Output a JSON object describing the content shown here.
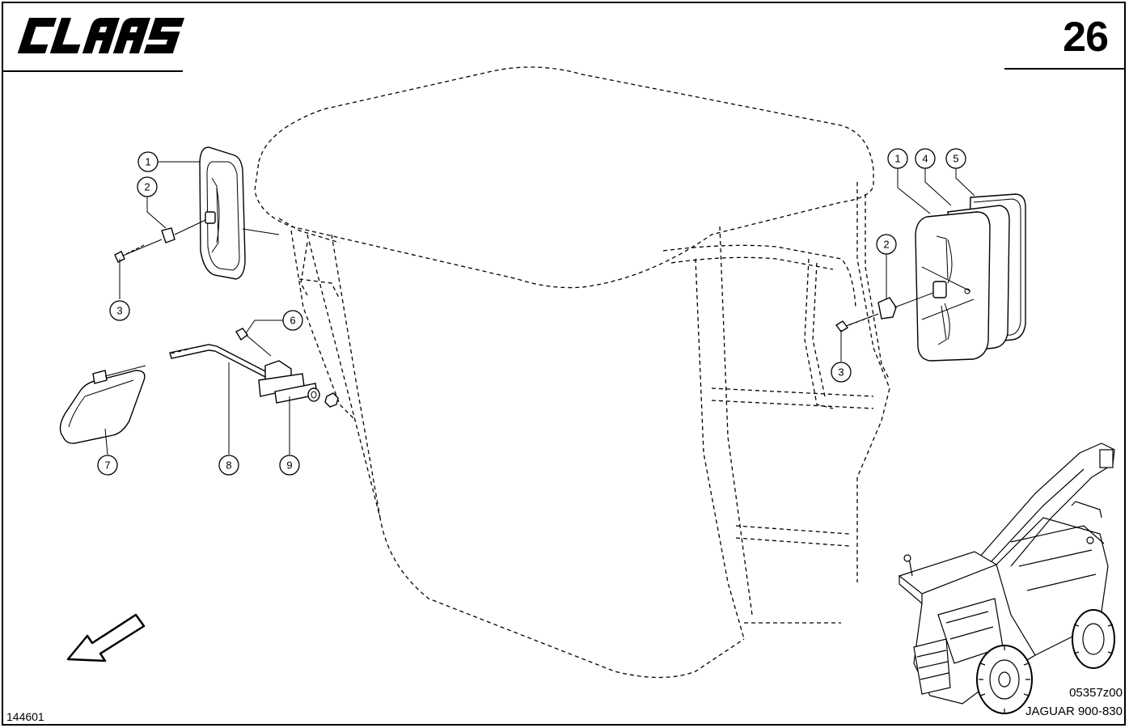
{
  "header": {
    "brand": "CLAAS",
    "page_number": "26"
  },
  "footer": {
    "drawing_id": "144601",
    "reference_code": "05357z00",
    "model": "JAGUAR 900-830"
  },
  "callouts": {
    "left_mirror_1": "1",
    "left_mirror_2": "2",
    "left_mirror_3": "3",
    "bracket_6": "6",
    "lamp_7": "7",
    "arm_8": "8",
    "plate_9": "9",
    "right_mirror_1": "1",
    "right_mirror_4": "4",
    "right_mirror_5": "5",
    "right_mirror_2": "2",
    "right_mirror_3": "3"
  },
  "icons": {
    "direction": "direction-arrow-icon",
    "brand_logo": "claas-logo"
  }
}
